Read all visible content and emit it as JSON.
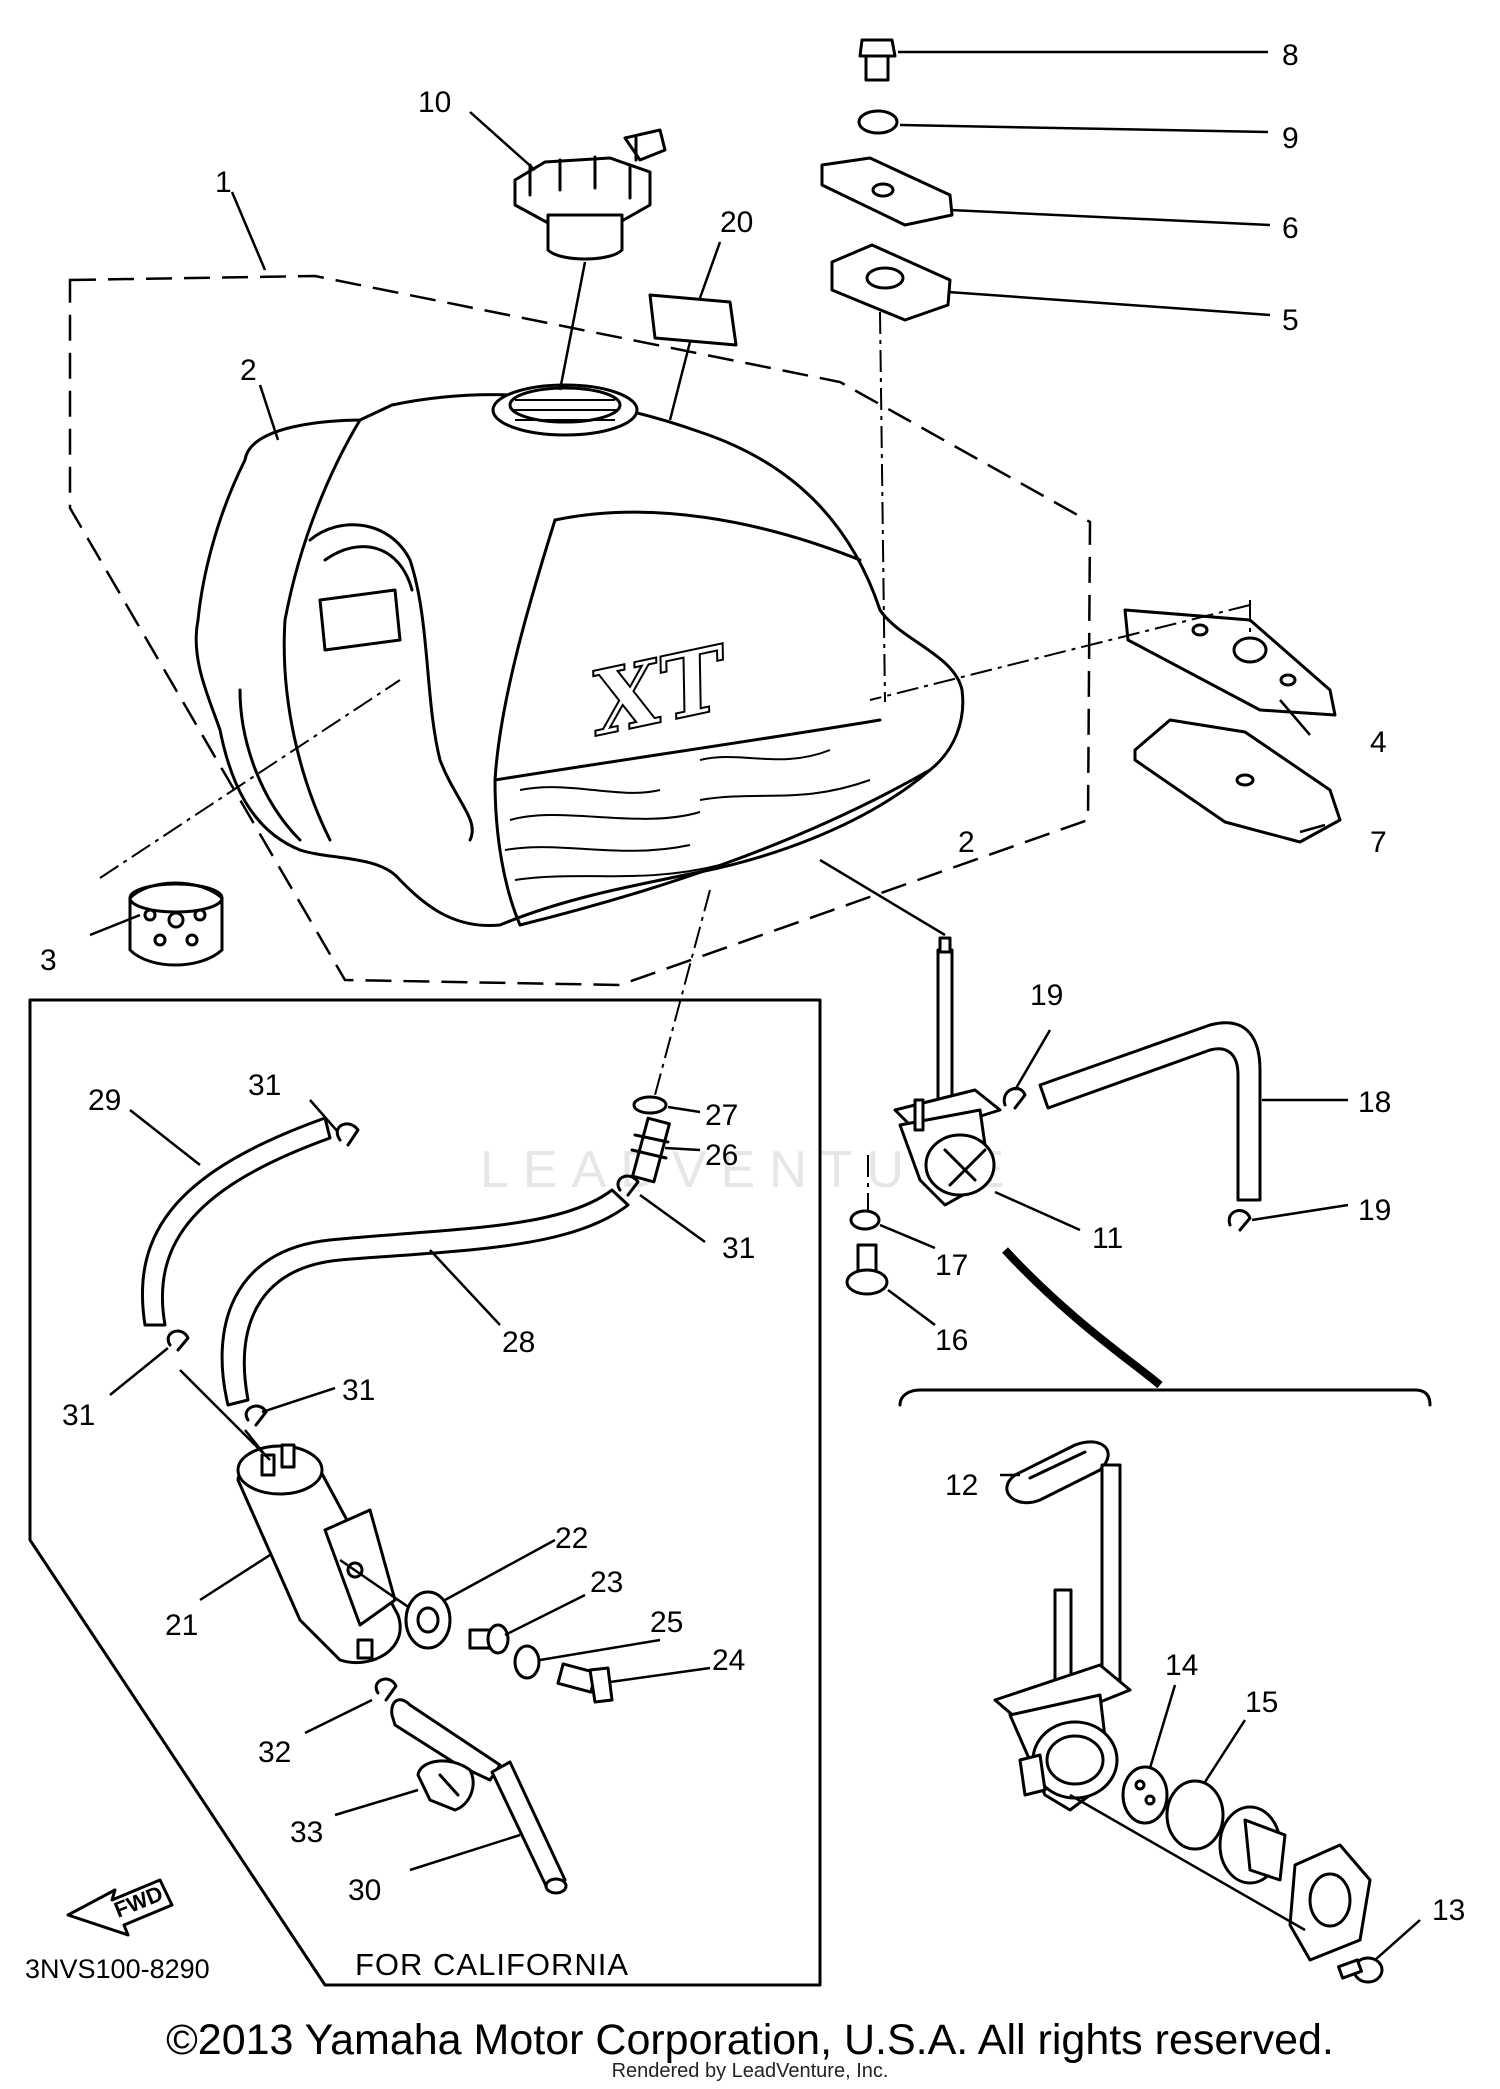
{
  "title": "",
  "part_labels": [
    {
      "id": "1",
      "text": "1"
    },
    {
      "id": "2a",
      "text": "2"
    },
    {
      "id": "2b",
      "text": "2"
    },
    {
      "id": "3",
      "text": "3"
    },
    {
      "id": "4",
      "text": "4"
    },
    {
      "id": "5",
      "text": "5"
    },
    {
      "id": "6",
      "text": "6"
    },
    {
      "id": "7",
      "text": "7"
    },
    {
      "id": "8",
      "text": "8"
    },
    {
      "id": "9",
      "text": "9"
    },
    {
      "id": "10",
      "text": "10"
    },
    {
      "id": "11",
      "text": "11"
    },
    {
      "id": "12",
      "text": "12"
    },
    {
      "id": "13",
      "text": "13"
    },
    {
      "id": "14",
      "text": "14"
    },
    {
      "id": "15",
      "text": "15"
    },
    {
      "id": "16",
      "text": "16"
    },
    {
      "id": "17",
      "text": "17"
    },
    {
      "id": "18",
      "text": "18"
    },
    {
      "id": "19a",
      "text": "19"
    },
    {
      "id": "19b",
      "text": "19"
    },
    {
      "id": "20",
      "text": "20"
    },
    {
      "id": "21",
      "text": "21"
    },
    {
      "id": "22",
      "text": "22"
    },
    {
      "id": "23",
      "text": "23"
    },
    {
      "id": "24",
      "text": "24"
    },
    {
      "id": "25",
      "text": "25"
    },
    {
      "id": "26",
      "text": "26"
    },
    {
      "id": "27",
      "text": "27"
    },
    {
      "id": "28",
      "text": "28"
    },
    {
      "id": "29",
      "text": "29"
    },
    {
      "id": "30",
      "text": "30"
    },
    {
      "id": "31a",
      "text": "31"
    },
    {
      "id": "31b",
      "text": "31"
    },
    {
      "id": "31c",
      "text": "31"
    },
    {
      "id": "31d",
      "text": "31"
    },
    {
      "id": "32",
      "text": "32"
    },
    {
      "id": "33",
      "text": "33"
    }
  ],
  "tank_logo": "XT",
  "box_caption": "FOR CALIFORNIA",
  "fwd_label": "FWD",
  "diagram_code": "3NVS100-8290",
  "copyright": "©2013 Yamaha Motor Corporation, U.S.A. All rights reserved.",
  "rendered_by": "Rendered by LeadVenture, Inc.",
  "watermark": "LEADVENTURE"
}
